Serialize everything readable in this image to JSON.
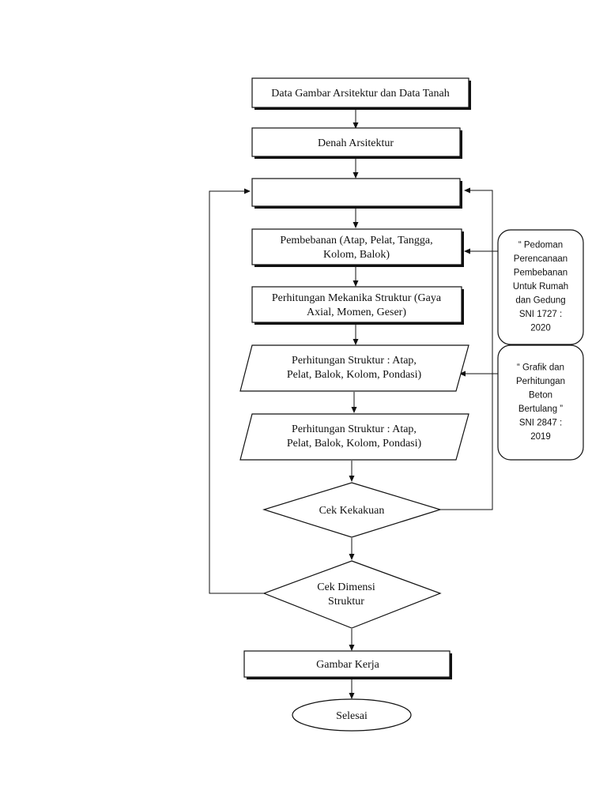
{
  "nodes": {
    "data_input": {
      "lines": [
        "Data Gambar Arsitektur dan Data Tanah"
      ]
    },
    "denah": {
      "lines": [
        "Denah Arsitektur"
      ]
    },
    "empty_box": {
      "lines": []
    },
    "pembebanan": {
      "lines": [
        "Pembebanan (Atap, Pelat, Tangga,",
        "Kolom, Balok)"
      ]
    },
    "mekanika": {
      "lines": [
        "Perhitungan Mekanika Struktur (Gaya",
        "Axial, Momen, Geser)"
      ]
    },
    "struktur_1": {
      "lines": [
        "Perhitungan Struktur : Atap,",
        "Pelat, Balok, Kolom, Pondasi)"
      ]
    },
    "struktur_2": {
      "lines": [
        "Perhitungan Struktur : Atap,",
        "Pelat, Balok, Kolom, Pondasi)"
      ]
    },
    "cek_kekakuan": {
      "lines": [
        "Cek Kekakuan"
      ]
    },
    "cek_dimensi": {
      "lines": [
        "Cek Dimensi",
        "Struktur"
      ]
    },
    "gambar_kerja": {
      "lines": [
        "Gambar Kerja"
      ]
    },
    "selesai": {
      "lines": [
        "Selesai"
      ]
    }
  },
  "references": {
    "ref_pembebanan": {
      "lines": [
        "“ Pedoman",
        "Perencanaan",
        "Pembebanan",
        "Untuk Rumah",
        "dan Gedung",
        "SNI 1727 :",
        "2020"
      ]
    },
    "ref_beton": {
      "lines": [
        "“ Grafik dan",
        "Perhitungan",
        "Beton",
        "Bertulang ”",
        "SNI 2847 :",
        "2019"
      ]
    }
  }
}
